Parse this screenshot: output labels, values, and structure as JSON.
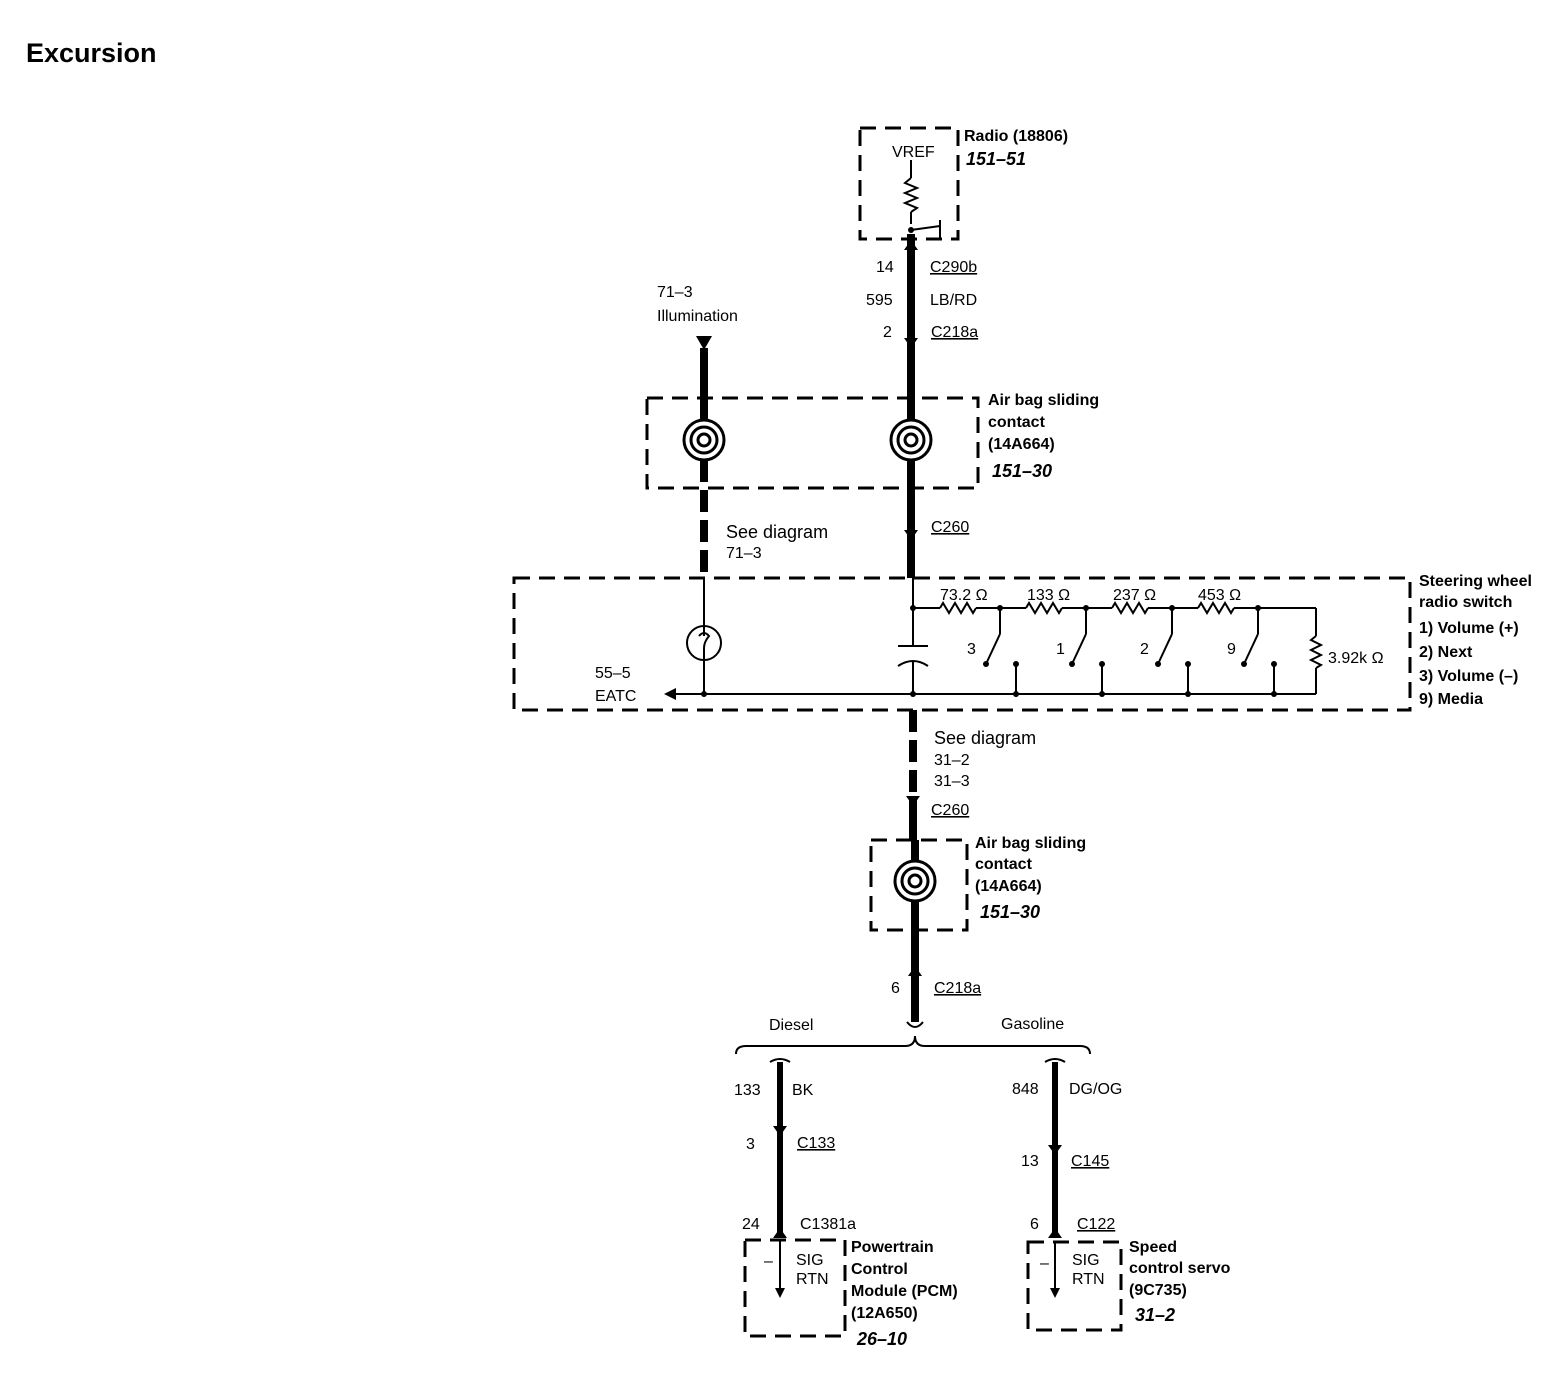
{
  "title": "Excursion",
  "radio": {
    "name": "Radio (18806)",
    "page": "151–51",
    "vref": "VREF",
    "connector_pin": "14",
    "connector": "C290b",
    "circuit": "595",
    "wire_color": "LB/RD",
    "c218a_pin": "2",
    "c218a": "C218a"
  },
  "illumination": {
    "ref": "71–3",
    "label": "Illumination",
    "see_diagram": "See diagram",
    "see_ref": "71–3"
  },
  "airbag_upper": {
    "line1": "Air bag sliding",
    "line2": "contact",
    "line3": "(14A664)",
    "page": "151–30",
    "connector": "C260"
  },
  "switch": {
    "line1": "Steering wheel",
    "line2": "radio switch",
    "items": [
      "1) Volume (+)",
      "2) Next",
      "3) Volume (–)",
      "9) Media"
    ],
    "resistors": [
      "73.2 Ω",
      "133 Ω",
      "237 Ω",
      "453 Ω"
    ],
    "end_resistor": "3.92k Ω",
    "switch_numbers": [
      "3",
      "1",
      "2",
      "9"
    ],
    "eatc_ref": "55–5",
    "eatc_label": "EATC"
  },
  "lower_section": {
    "see_diagram": "See diagram",
    "see_ref1": "31–2",
    "see_ref2": "31–3",
    "connector": "C260"
  },
  "airbag_lower": {
    "line1": "Air bag sliding",
    "line2": "contact",
    "line3": "(14A664)",
    "page": "151–30",
    "c218a_pin": "6",
    "c218a": "C218a"
  },
  "branches": {
    "diesel": "Diesel",
    "gasoline": "Gasoline"
  },
  "pcm": {
    "circuit": "133",
    "wire_color": "BK",
    "c133_pin": "3",
    "c133": "C133",
    "c1381a_pin": "24",
    "c1381a": "C1381a",
    "sig": "SIG",
    "rtn": "RTN",
    "minus": "–",
    "line1": "Powertrain",
    "line2": "Control",
    "line3": "Module (PCM)",
    "line4": "(12A650)",
    "page": "26–10"
  },
  "servo": {
    "circuit": "848",
    "wire_color": "DG/OG",
    "c145_pin": "13",
    "c145": "C145",
    "c122_pin": "6",
    "c122": "C122",
    "sig": "SIG",
    "rtn": "RTN",
    "minus": "–",
    "line1": "Speed",
    "line2": "control servo",
    "line3": "(9C735)",
    "page": "31–2"
  }
}
